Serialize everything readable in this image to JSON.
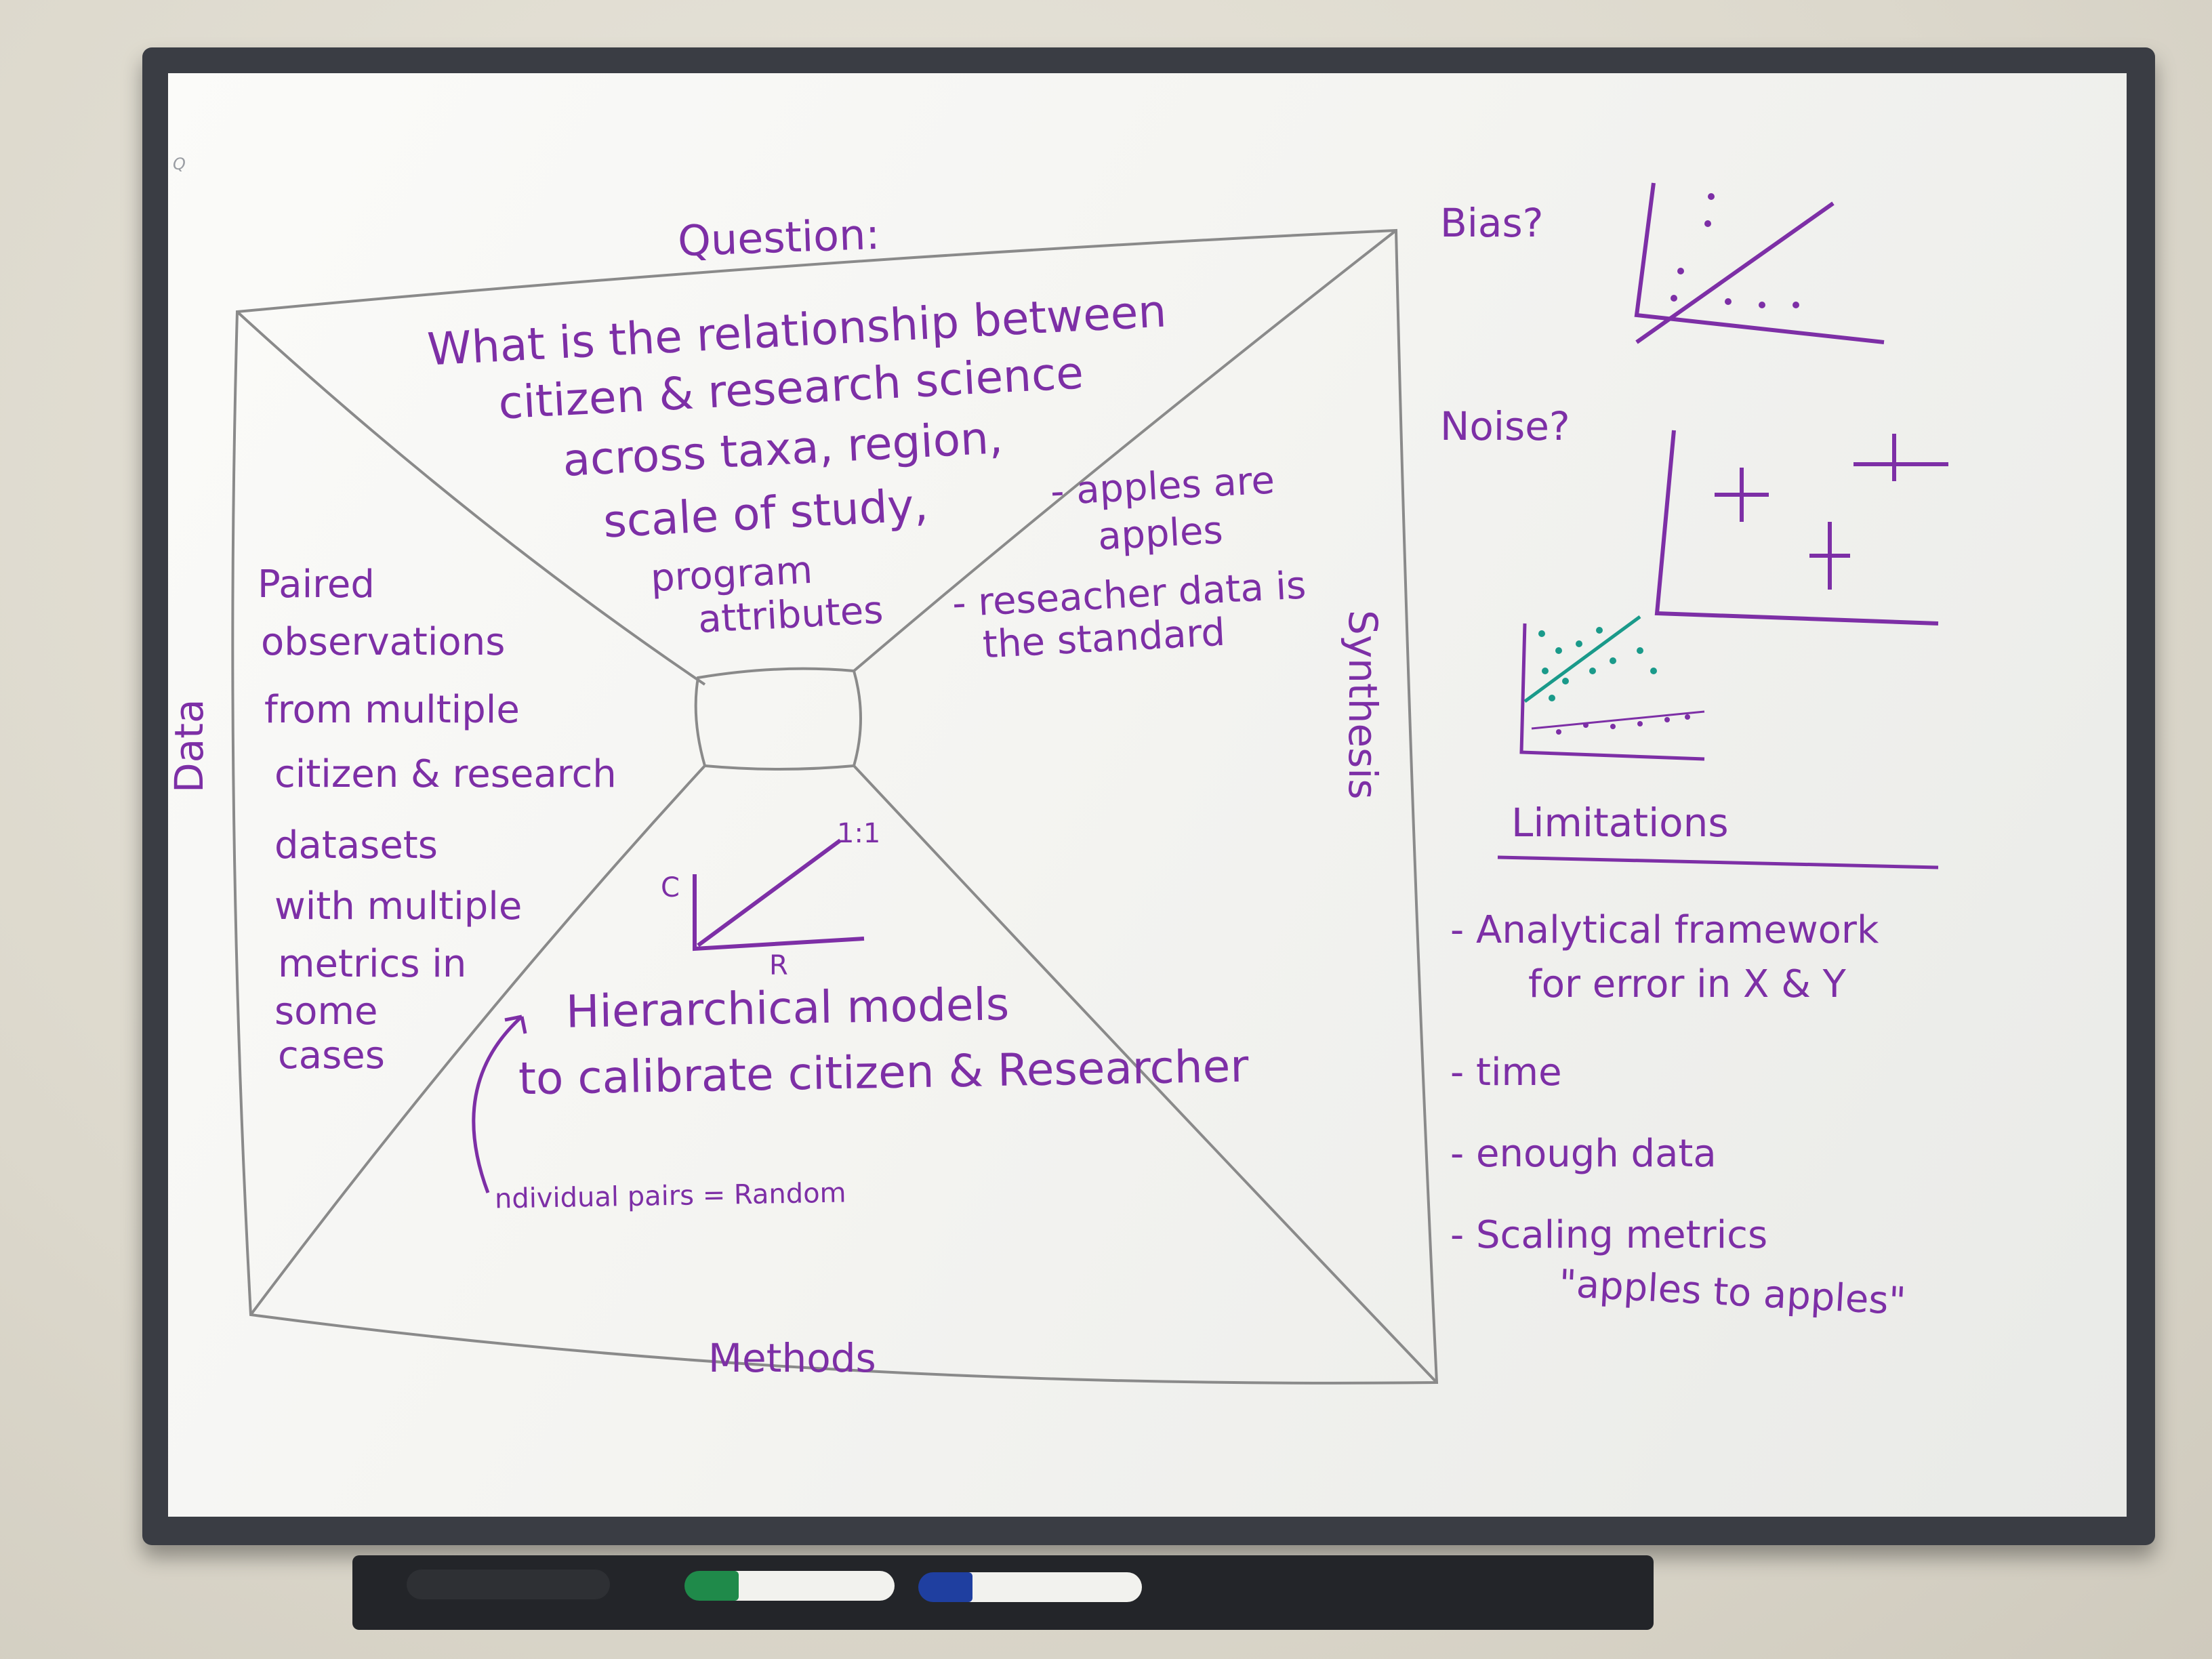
{
  "board": {
    "question_label": "Question:",
    "question_lines": [
      "What is the relationship between",
      "citizen & research science",
      "across taxa, region,",
      "scale of study,",
      "program",
      "attributes"
    ],
    "apples_note_lines": [
      "- apples are",
      "apples"
    ],
    "researcher_note_lines": [
      "- reseacher data is",
      "the standard"
    ],
    "data_label": "Data",
    "data_lines": [
      "Paired",
      "observations",
      "from multiple",
      "citizen & research",
      "datasets",
      "with multiple",
      "metrics in",
      "some",
      "cases"
    ],
    "mini_plot": {
      "y_label": "C",
      "x_label": "R",
      "line_label": "1:1"
    },
    "methods_lines": [
      "Hierarchical models",
      "to calibrate citizen & Researcher"
    ],
    "methods_note": "ndividual pairs = Random",
    "methods_label": "Methods",
    "synthesis_label": "Synthesis",
    "bias_label": "Bias?",
    "noise_label": "Noise?",
    "limitations_title": "Limitations",
    "limitations": [
      "- Analytical framework",
      "for error in X & Y",
      "- time",
      "- enough data",
      "- Scaling metrics",
      "\"apples to apples\""
    ]
  },
  "colors": {
    "ink": "#7d2fa6",
    "teal_ink": "#1a9a8a",
    "frame": "#3a3d44",
    "board": "#f6f6f3"
  }
}
